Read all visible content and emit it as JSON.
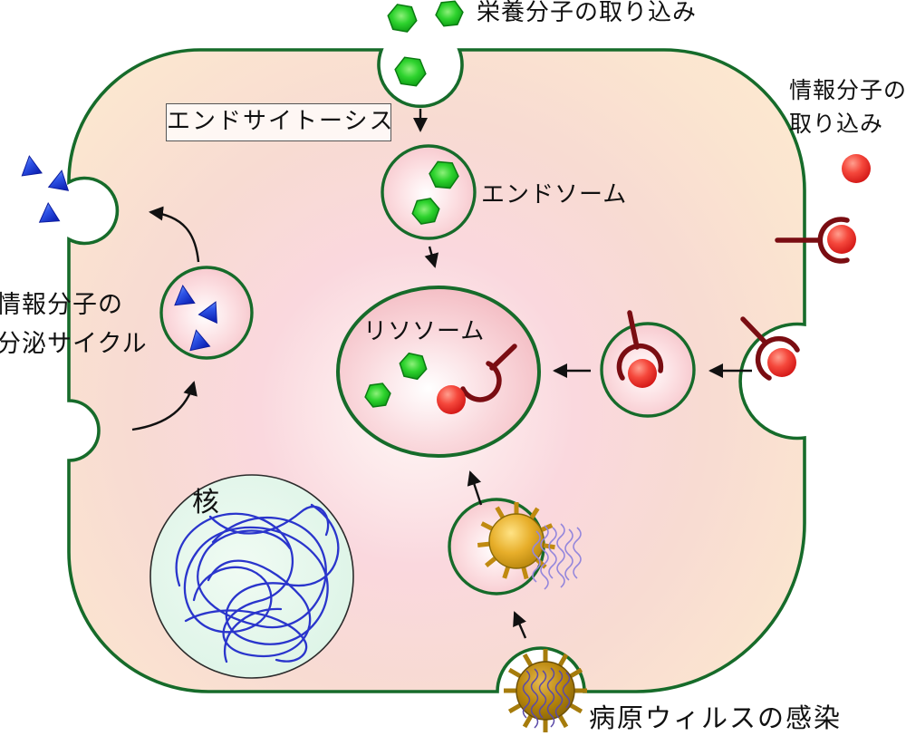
{
  "labels": {
    "nutrient_uptake": "栄養分子の取り込み",
    "endocytosis_box": "エンドサイトーシス",
    "endosome": "エンドソーム",
    "lysosome": "リソソーム",
    "signal_uptake_line1": "情報分子の",
    "signal_uptake_line2": "取り込み",
    "secretion_line1": "情報分子の",
    "secretion_line2": "分泌サイクル",
    "nucleus": "核",
    "virus_infection": "病原ウィルスの感染"
  },
  "colors": {
    "membrane_green": "#166b2a",
    "cytoplasm_pink": "#f8d8d6",
    "cytoplasm_peach": "#fdead0",
    "vesicle_pink": "#f5c0c6",
    "nutrient_hexagon_green": "#0a9a12",
    "signal_molecule_red": "#d41414",
    "secretion_triangle_blue": "#2f55e8",
    "receptor_maroon": "#7a0d12",
    "virus_gold": "#c8960c",
    "nucleus_mint": "#ddf4e6",
    "dna_blue": "#2a35cc",
    "viral_rna_purple": "#6a58b4",
    "text_black": "#111111"
  }
}
